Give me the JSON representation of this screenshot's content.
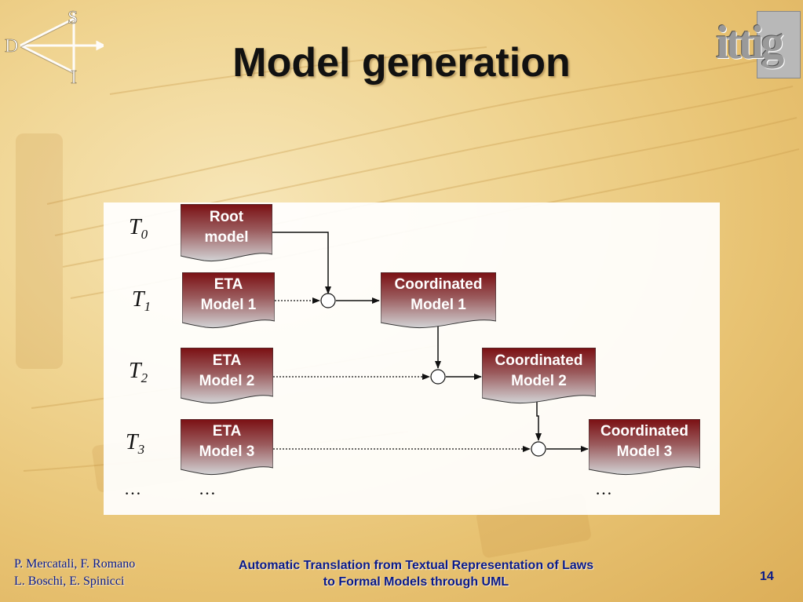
{
  "slide": {
    "title": "Model generation",
    "page_number": "14"
  },
  "footer": {
    "authors_line1": "P. Mercatali, F. Romano",
    "authors_line2": "L. Boschi, E. Spinicci",
    "subtitle_line1": "Automatic Translation from Textual Representation of Laws",
    "subtitle_line2": "to Formal Models through UML"
  },
  "logos": {
    "left": {
      "letters": [
        "S",
        "D",
        "I"
      ]
    },
    "right": {
      "text": "ittig"
    }
  },
  "diagram": {
    "time_labels": [
      {
        "t": "T",
        "sub": "0"
      },
      {
        "t": "T",
        "sub": "1"
      },
      {
        "t": "T",
        "sub": "2"
      },
      {
        "t": "T",
        "sub": "3"
      }
    ],
    "ellipsis": "…",
    "docs": [
      {
        "id": "root",
        "line1": "Root",
        "line2": "model",
        "style": "dark"
      },
      {
        "id": "eta1",
        "line1": "ETA",
        "line2": "Model 1",
        "style": "dark"
      },
      {
        "id": "eta2",
        "line1": "ETA",
        "line2": "Model 2",
        "style": "dark"
      },
      {
        "id": "eta3",
        "line1": "ETA",
        "line2": "Model 3",
        "style": "dark"
      },
      {
        "id": "coord1",
        "line1": "Coordinated",
        "line2": "Model 1",
        "style": "dark"
      },
      {
        "id": "coord2",
        "line1": "Coordinated",
        "line2": "Model 2",
        "style": "dark"
      },
      {
        "id": "coord3",
        "line1": "Coordinated",
        "line2": "Model 3",
        "style": "dark"
      }
    ],
    "colors": {
      "doc_top": "#7a0f12",
      "doc_bottom": "#cfd0d2",
      "text_footer": "#0a1a8a"
    }
  }
}
